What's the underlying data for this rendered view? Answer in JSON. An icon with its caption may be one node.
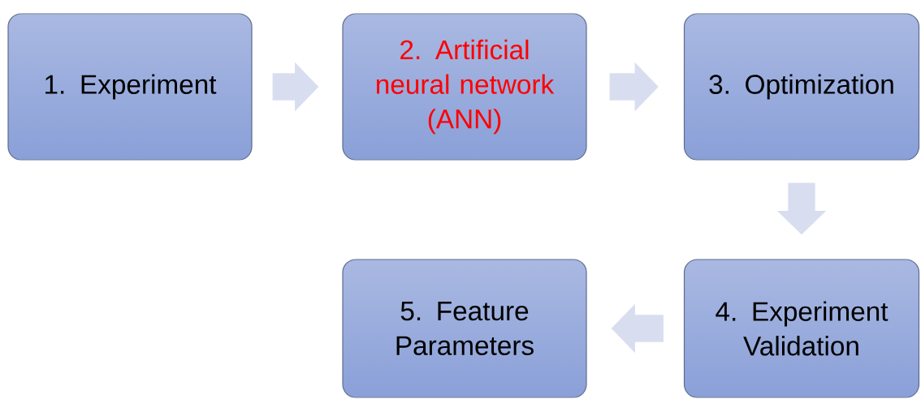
{
  "diagram": {
    "nodes": [
      {
        "text": [
          "1. Experiment"
        ]
      },
      {
        "text": [
          "2. Artificial neural network (ANN)"
        ]
      },
      {
        "text": [
          "3. Optimization"
        ]
      },
      {
        "text": [
          "4. Experiment Validation"
        ]
      },
      {
        "text": [
          "5. Feature Parameters"
        ]
      }
    ],
    "edges": [
      {
        "from": 0,
        "to": 1,
        "arrow": "to"
      },
      {
        "from": 1,
        "to": 2,
        "arrow": "to"
      },
      {
        "from": 2,
        "to": 3,
        "arrow": "to"
      },
      {
        "from": 3,
        "to": 4,
        "arrow": "to"
      }
    ]
  }
}
